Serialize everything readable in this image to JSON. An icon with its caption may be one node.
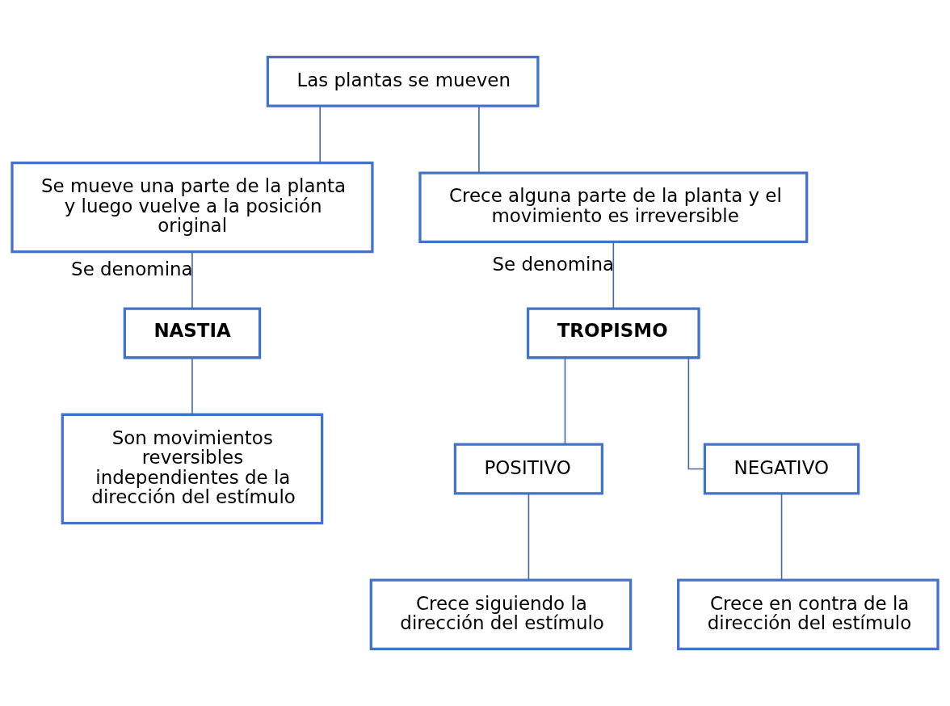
{
  "diagram": {
    "nodes": [
      {
        "text": [
          "Las plantas se mueven"
        ]
      },
      {
        "text": [
          "Se mueve una parte de la planta y luego vuelve a la posición original"
        ]
      },
      {
        "text": [
          "Crece alguna parte de la planta y el movimiento es irreversible"
        ]
      },
      {
        "text": [
          "NASTIA"
        ]
      },
      {
        "text": [
          "Son movimientos reversibles independientes de la dirección del estímulo"
        ]
      },
      {
        "text": [
          "TROPISMO"
        ]
      },
      {
        "text": [
          "POSITIVO"
        ]
      },
      {
        "text": [
          "NEGATIVO"
        ]
      },
      {
        "text": [
          "Crece siguiendo la dirección del estímulo"
        ]
      },
      {
        "text": [
          "Crece en contra de la dirección del estímulo"
        ]
      }
    ],
    "edges": [
      {
        "from": 0,
        "to": 1,
        "arrow": "none"
      },
      {
        "from": 0,
        "to": 2,
        "arrow": "none"
      },
      {
        "from": 1,
        "to": 3,
        "arrow": "none",
        "label": "Se denomina"
      },
      {
        "from": 2,
        "to": 5,
        "arrow": "none",
        "label": "Se denomina"
      },
      {
        "from": 3,
        "to": 4,
        "arrow": "none"
      },
      {
        "from": 5,
        "to": 6,
        "arrow": "none"
      },
      {
        "from": 5,
        "to": 7,
        "arrow": "none"
      },
      {
        "from": 6,
        "to": 8,
        "arrow": "none"
      },
      {
        "from": 7,
        "to": 9,
        "arrow": "none"
      }
    ]
  }
}
